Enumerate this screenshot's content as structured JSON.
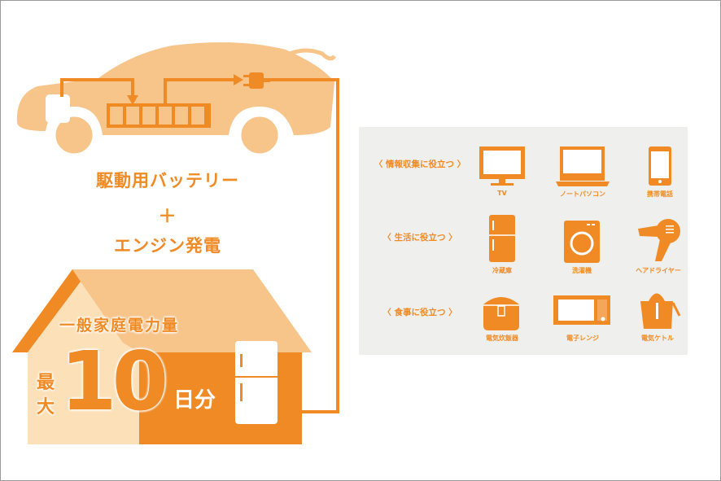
{
  "car_section": {
    "line1": "駆動用バッテリー",
    "plus": "＋",
    "line2": "エンジン発電"
  },
  "house_section": {
    "caption": "一般家庭電力量",
    "prefix": "最大",
    "number": "10",
    "suffix": "日分"
  },
  "appliances": {
    "categories": [
      {
        "label": "〈 情報収集に役立つ 〉",
        "items": [
          {
            "label": "TV",
            "icon": "tv-icon"
          },
          {
            "label": "ノートパソコン",
            "icon": "laptop-icon"
          },
          {
            "label": "携帯電話",
            "icon": "mobile-phone-icon"
          }
        ]
      },
      {
        "label": "〈 生活に役立つ 〉",
        "items": [
          {
            "label": "冷蔵庫",
            "icon": "refrigerator-icon"
          },
          {
            "label": "洗濯機",
            "icon": "washing-machine-icon"
          },
          {
            "label": "ヘアドライヤー",
            "icon": "hair-dryer-icon"
          }
        ]
      },
      {
        "label": "〈 食事に役立つ 〉",
        "items": [
          {
            "label": "電気炊飯器",
            "icon": "rice-cooker-icon"
          },
          {
            "label": "電子レンジ",
            "icon": "microwave-icon"
          },
          {
            "label": "電気ケトル",
            "icon": "electric-kettle-icon"
          }
        ]
      }
    ]
  },
  "colors": {
    "orange": "#F08A24",
    "light_orange": "#F7C48A",
    "pale_orange": "#FCE0B8",
    "panel": "#EFEFEE"
  }
}
